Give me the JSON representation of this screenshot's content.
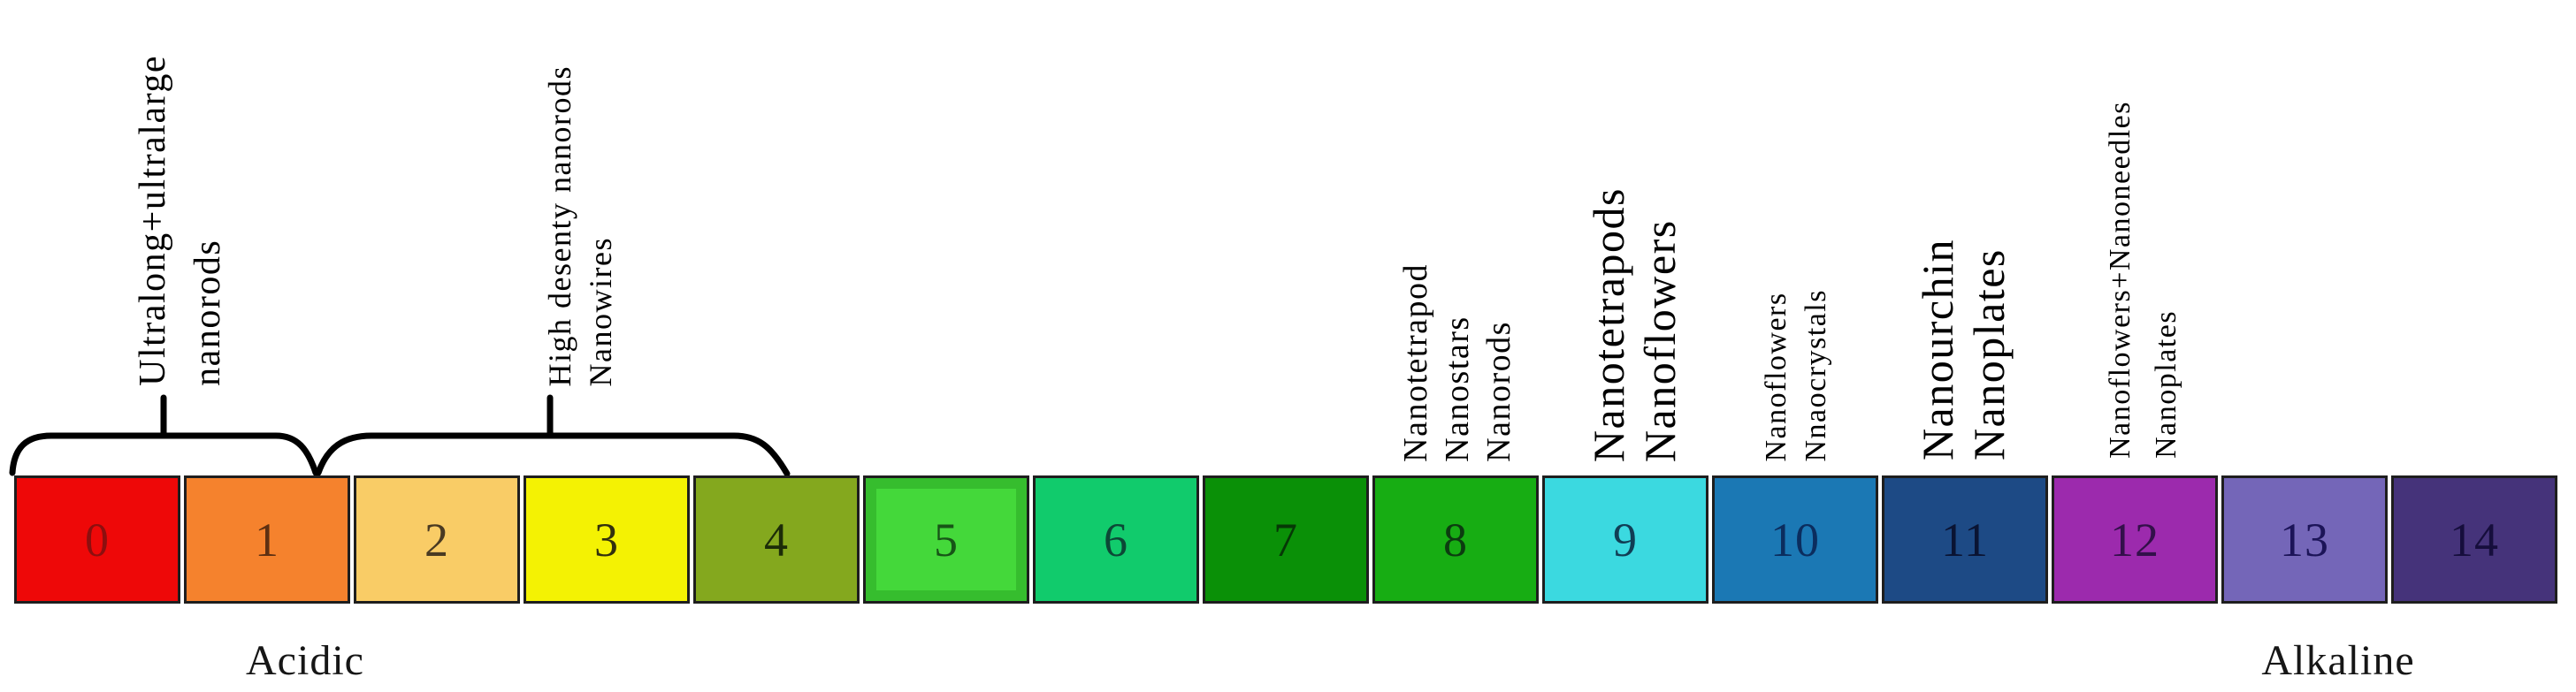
{
  "figure": {
    "type": "ph-scale-nanostructure-diagram",
    "acidic_label": "Acidic",
    "alkaline_label": "Alkaline",
    "boxes": [
      {
        "value": "0",
        "color": "#ee0808",
        "number_color": "#8c0f0f"
      },
      {
        "value": "1",
        "color": "#f5822d",
        "number_color": "#5e3012"
      },
      {
        "value": "2",
        "color": "#f9cc66",
        "number_color": "#4a3a22"
      },
      {
        "value": "3",
        "color": "#f4f203",
        "number_color": "#32300e"
      },
      {
        "value": "4",
        "color": "#84a81e",
        "number_color": "#1c2c08"
      },
      {
        "value": "5",
        "color": "#44d83a",
        "number_color": "#175417",
        "inner_ring_color": "#36bd2e"
      },
      {
        "value": "6",
        "color": "#11cb6c",
        "number_color": "#0c4836"
      },
      {
        "value": "7",
        "color": "#0a9007",
        "number_color": "#063806"
      },
      {
        "value": "8",
        "color": "#17ad13",
        "number_color": "#0c3c10"
      },
      {
        "value": "9",
        "color": "#3bd9e0",
        "number_color": "#113e55"
      },
      {
        "value": "10",
        "color": "#1b78b4",
        "number_color": "#0b2d5e"
      },
      {
        "value": "11",
        "color": "#1d4a85",
        "number_color": "#0a1433"
      },
      {
        "value": "12",
        "color": "#9c2aad",
        "number_color": "#33104a"
      },
      {
        "value": "13",
        "color": "#7466b8",
        "number_color": "#1c1458"
      },
      {
        "value": "14",
        "color": "#45337a",
        "number_color": "#160e3c"
      }
    ],
    "annotations": [
      {
        "id": "ph-0-1",
        "ph_span": "0-1",
        "has_brace": true,
        "lines": [
          "Ultralong+ultralarge",
          "nanorods"
        ]
      },
      {
        "id": "ph-2-4",
        "ph_span": "2-4",
        "has_brace": true,
        "lines": [
          "High desenty nanorods",
          "Nanowires"
        ]
      },
      {
        "id": "ph-8",
        "ph_span": "8",
        "has_brace": false,
        "lines": [
          "Nanotetrapod",
          "Nanostars",
          "Nanorods"
        ]
      },
      {
        "id": "ph-9",
        "ph_span": "9",
        "has_brace": false,
        "lines": [
          "Nanotetrapods",
          "Nanoflowers"
        ]
      },
      {
        "id": "ph-10",
        "ph_span": "10",
        "has_brace": false,
        "lines": [
          "Nanoflowers",
          "Nnaocrystals"
        ]
      },
      {
        "id": "ph-11",
        "ph_span": "11",
        "has_brace": false,
        "lines": [
          "Nanourchin",
          "Nanoplates"
        ]
      },
      {
        "id": "ph-12",
        "ph_span": "12",
        "has_brace": false,
        "lines": [
          "Nanoflowers+Nanoneedles",
          "Nanoplates"
        ]
      }
    ]
  }
}
